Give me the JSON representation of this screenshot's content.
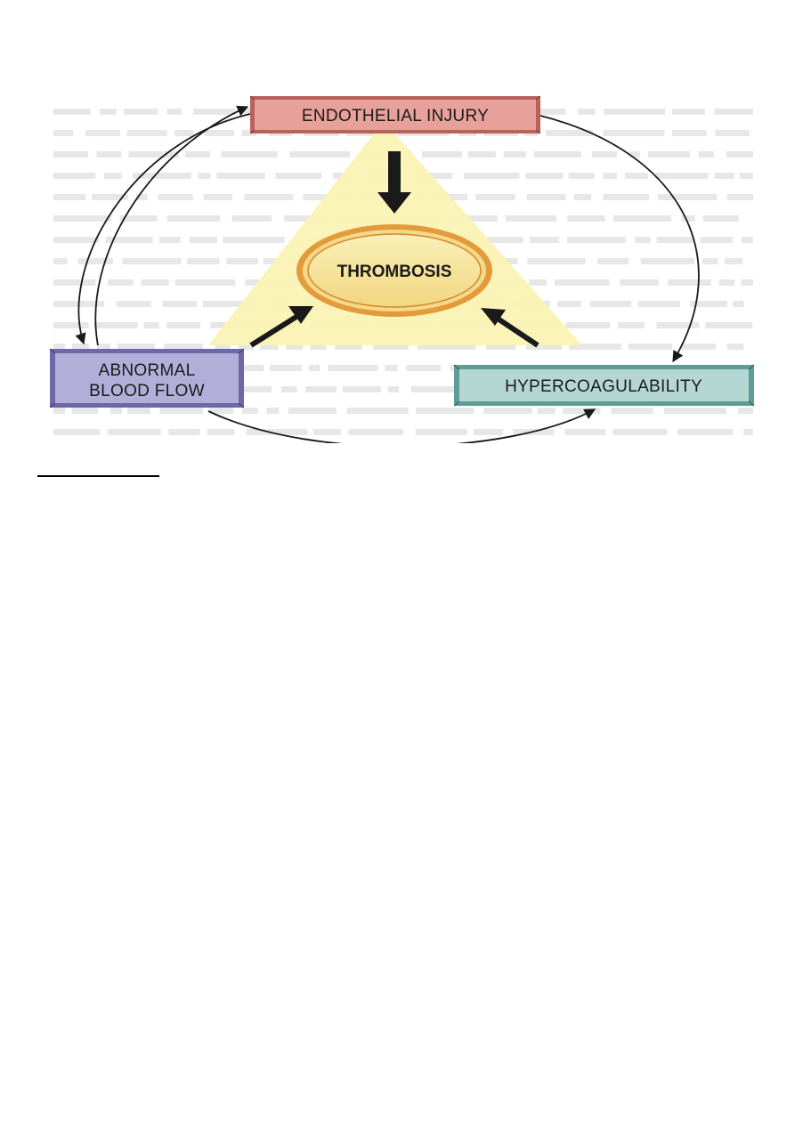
{
  "diagram": {
    "title": "",
    "center": {
      "label": "THROMBOSIS"
    },
    "nodes": {
      "endothelial_injury": {
        "label": "ENDOTHELIAL INJURY",
        "color": "#e8a09a"
      },
      "abnormal_blood_flow": {
        "lines": [
          "ABNORMAL",
          "BLOOD FLOW"
        ],
        "color": "#b3aed8"
      },
      "hypercoagulability": {
        "label": "HYPERCOAGULABILITY",
        "color": "#b5d7d3"
      }
    },
    "edges": [
      {
        "from": "endothelial_injury",
        "to": "thrombosis"
      },
      {
        "from": "abnormal_blood_flow",
        "to": "thrombosis"
      },
      {
        "from": "hypercoagulability",
        "to": "thrombosis"
      },
      {
        "from": "endothelial_injury",
        "to": "hypercoagulability"
      },
      {
        "from": "abnormal_blood_flow",
        "to": "hypercoagulability"
      },
      {
        "from": "endothelial_injury",
        "to": "abnormal_blood_flow"
      },
      {
        "from": "abnormal_blood_flow",
        "to": "endothelial_injury"
      }
    ],
    "colors": {
      "triangle": "#fbf3b4",
      "background_text": "#c9c9c9",
      "ellipse_fill": "#f6e6a0",
      "ellipse_ring": "#e39a3a",
      "arrow": "#1a1a1a"
    }
  }
}
